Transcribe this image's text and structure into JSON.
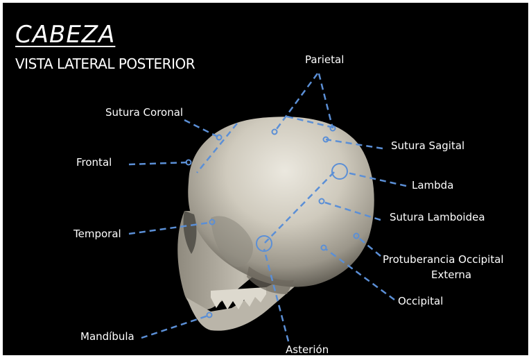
{
  "title": "CABEZA",
  "subtitle": "VISTA LATERAL POSTERIOR",
  "labels": {
    "parietal": "Parietal",
    "sutura_coronal": "Sutura Coronal",
    "frontal": "Frontal",
    "sutura_sagital": "Sutura Sagital",
    "lambda": "Lambda",
    "sutura_lamboidea": "Sutura Lamboidea",
    "temporal": "Temporal",
    "protuberancia_1": "Protuberancia Occipital",
    "protuberancia_2": "Externa",
    "occipital": "Occipital",
    "mandibula": "Mandíbula",
    "asterion": "Asterión"
  },
  "colors": {
    "background": "#000000",
    "leader": "#5b8fd6",
    "bone": "#c9c4b8"
  }
}
